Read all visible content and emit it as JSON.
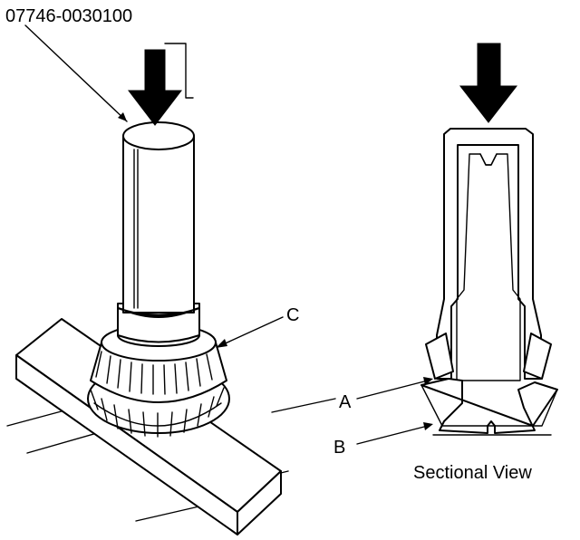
{
  "labels": {
    "tool_number": "07746-0030100",
    "label_c": "C",
    "label_a": "A",
    "label_b": "B",
    "sectional_view": "Sectional View"
  }
}
